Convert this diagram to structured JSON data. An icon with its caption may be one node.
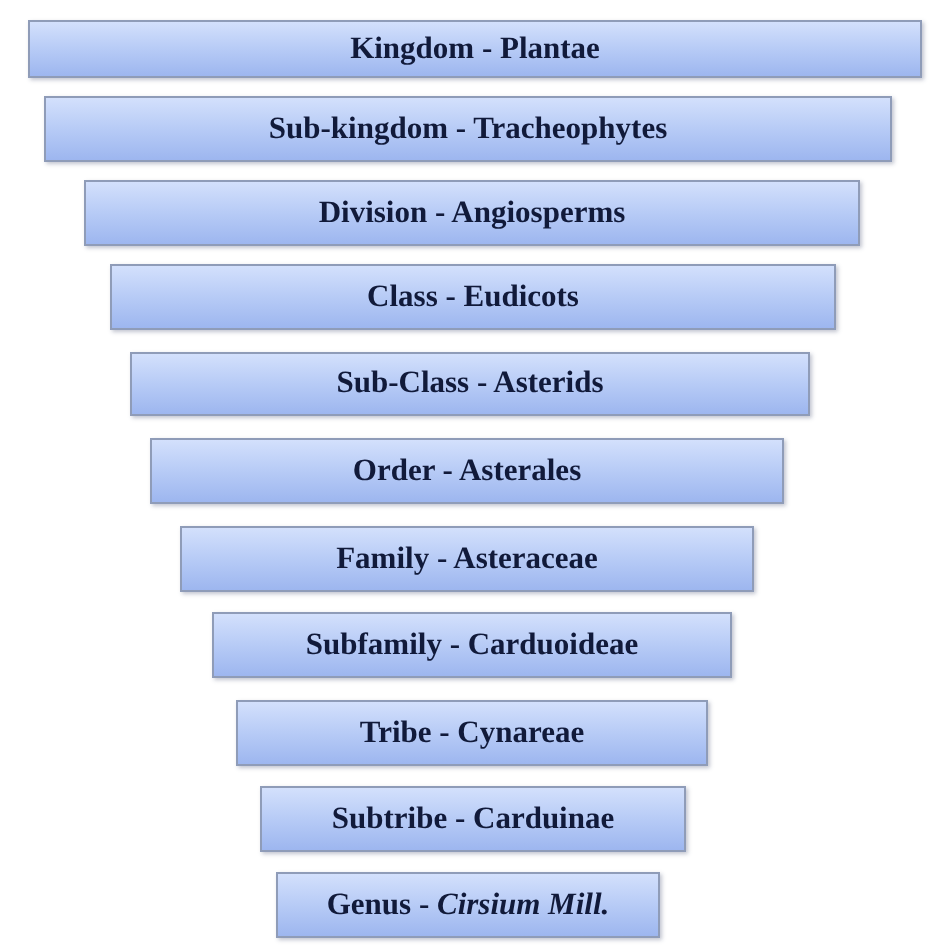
{
  "diagram": {
    "nodes": [
      {
        "text": [
          "Kingdom - Plantae"
        ]
      },
      {
        "text": [
          "Sub-kingdom - Tracheophytes"
        ]
      },
      {
        "text": [
          "Division - Angiosperms"
        ]
      },
      {
        "text": [
          "Class - Eudicots"
        ]
      },
      {
        "text": [
          "Sub-Class - Asterids"
        ]
      },
      {
        "text": [
          "Order - Asterales"
        ]
      },
      {
        "text": [
          "Family - Asteraceae"
        ]
      },
      {
        "text": [
          "Subfamily - Carduoideae"
        ]
      },
      {
        "text": [
          "Tribe - Cynareae"
        ]
      },
      {
        "text": [
          "Subtribe - Carduinae"
        ]
      },
      {
        "text": [
          "Genus - *Cirsium Mill.*"
        ]
      }
    ],
    "edges": []
  }
}
